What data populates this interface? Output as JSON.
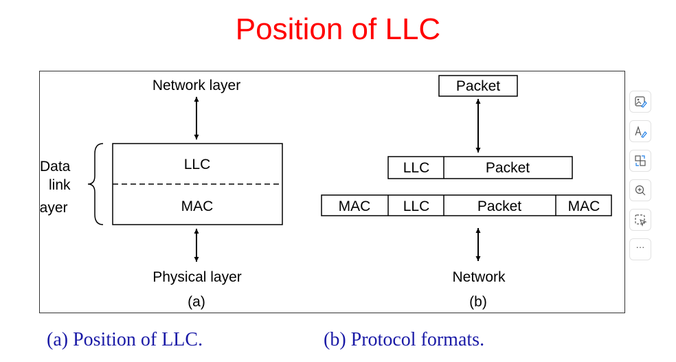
{
  "title": "Position of LLC",
  "diagram_a": {
    "network_layer": "Network layer",
    "physical_layer": "Physical layer",
    "llc": "LLC",
    "mac": "MAC",
    "data_link_line1": "Data",
    "data_link_line2": "link",
    "data_link_line3": "layer",
    "label": "(a)"
  },
  "diagram_b": {
    "packet_top": "Packet",
    "llc_mid": "LLC",
    "packet_mid": "Packet",
    "mac_left": "MAC",
    "llc_bottom": "LLC",
    "packet_bottom": "Packet",
    "mac_right": "MAC",
    "network": "Network",
    "label": "(b)"
  },
  "captions": {
    "a": "(a) Position of LLC.",
    "b": "(b) Protocol formats."
  },
  "toolbar": {
    "more_label": "···",
    "icons": [
      "visual-search-icon",
      "text-edit-icon",
      "translate-icon",
      "zoom-in-icon",
      "select-region-icon",
      "more-icon"
    ]
  },
  "colors": {
    "title": "#ff0000",
    "caption": "#1a1aa6",
    "lines": "#000000"
  }
}
